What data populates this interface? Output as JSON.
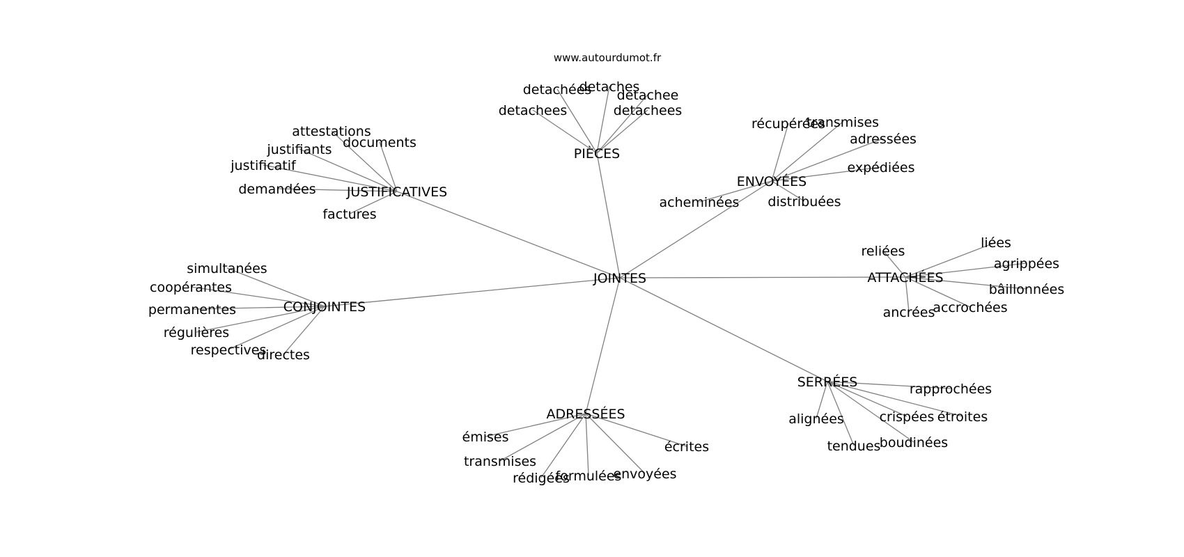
{
  "source": "www.autourdumot.fr",
  "colors": {
    "edge": "#808080",
    "text": "#000000",
    "background": "#ffffff"
  },
  "root": "JOINTES",
  "clusters": [
    {
      "id": "pieces",
      "label": "PIÈCES",
      "leaves": [
        "detachées",
        "detaches",
        "detachee",
        "detachees",
        "detachees"
      ]
    },
    {
      "id": "justificatives",
      "label": "JUSTIFICATIVES",
      "leaves": [
        "attestations",
        "justifiants",
        "documents",
        "justificatif",
        "demandées",
        "factures"
      ]
    },
    {
      "id": "envoyees",
      "label": "ENVOYÉES",
      "leaves": [
        "récupérées",
        "transmises",
        "adressées",
        "expédiées",
        "acheminées",
        "distribuées"
      ]
    },
    {
      "id": "attachees",
      "label": "ATTACHÉES",
      "leaves": [
        "reliées",
        "liées",
        "agrippées",
        "bâillonnées",
        "accrochées",
        "ancrées"
      ]
    },
    {
      "id": "conjointes",
      "label": "CONJOINTES",
      "leaves": [
        "simultanées",
        "coopérantes",
        "permanentes",
        "régulières",
        "respectives",
        "directes"
      ]
    },
    {
      "id": "serrees",
      "label": "SERRÉES",
      "leaves": [
        "rapprochées",
        "alignées",
        "crispées",
        "étroites",
        "tendues",
        "boudinées"
      ]
    },
    {
      "id": "adressees",
      "label": "ADRESSÉES",
      "leaves": [
        "émises",
        "écrites",
        "transmises",
        "rédigées",
        "formulées",
        "envoyées"
      ]
    }
  ]
}
